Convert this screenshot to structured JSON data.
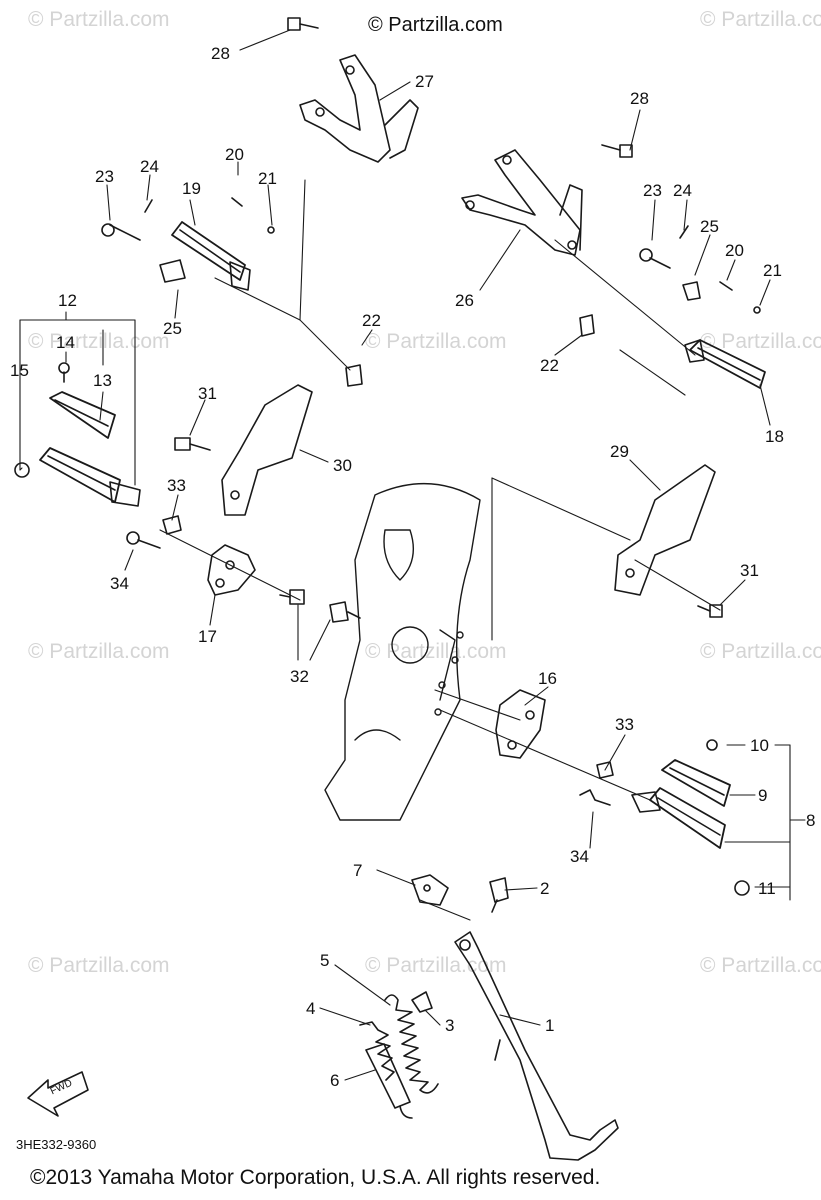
{
  "diagram": {
    "top_credit": "© Partzilla.com",
    "watermark_text": "© Partzilla.com",
    "part_code": "3HE332-9360",
    "copyright": "©2013 Yamaha Motor Corporation, U.S.A. All rights reserved.",
    "fwd_label": "FWD",
    "callouts": [
      "28",
      "27",
      "28",
      "20",
      "21",
      "23",
      "24",
      "19",
      "23",
      "24",
      "25",
      "20",
      "21",
      "26",
      "25",
      "22",
      "12",
      "14",
      "13",
      "15",
      "22",
      "18",
      "31",
      "30",
      "29",
      "33",
      "34",
      "17",
      "32",
      "31",
      "16",
      "33",
      "10",
      "9",
      "8",
      "34",
      "7",
      "2",
      "5",
      "4",
      "3",
      "1",
      "6",
      "11"
    ]
  }
}
